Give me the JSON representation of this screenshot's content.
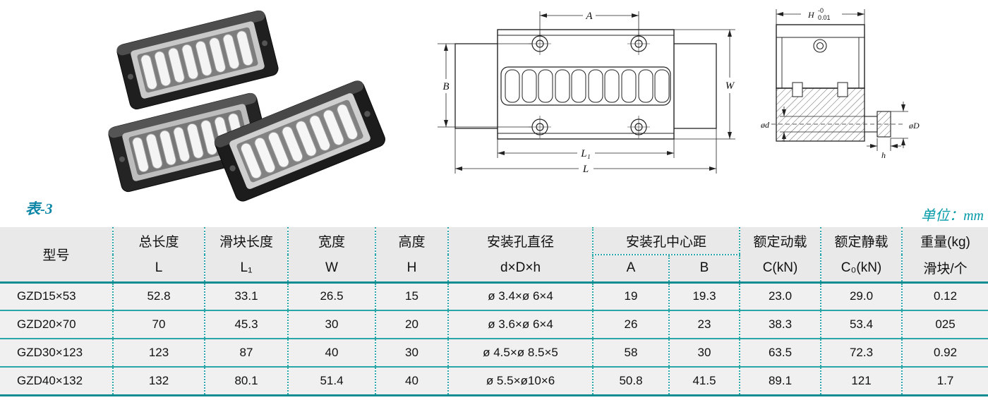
{
  "page": {
    "table_label": "表-3",
    "unit_label": "单位：mm"
  },
  "colors": {
    "accent": "#2aa6ab",
    "accent_dark": "#0d8d92",
    "header_bg": "#e9e9e9",
    "row_bg": "#f0f0f0"
  },
  "drawings": {
    "top_view": {
      "dim_a": "A",
      "dim_b": "B",
      "dim_w": "W",
      "dim_l1": "L₁",
      "dim_l": "L"
    },
    "section_view": {
      "h_base": "H",
      "h_tol_upper": "-0",
      "h_tol_lower": "0.01",
      "d_small": "ød",
      "d_large": "øD",
      "h_depth": "h"
    }
  },
  "table": {
    "header": {
      "model": "型号",
      "total_length_1": "总长度",
      "total_length_2": "L",
      "slider_length_1": "滑块长度",
      "slider_length_2": "L₁",
      "width_1": "宽度",
      "width_2": "W",
      "height_1": "高度",
      "height_2": "H",
      "hole_dia_1": "安装孔直径",
      "hole_dia_2": "d×D×h",
      "hole_cc": "安装孔中心距",
      "hole_cc_a": "A",
      "hole_cc_b": "B",
      "dyn_load_1": "额定动载",
      "dyn_load_2": "C(kN)",
      "stat_load_1": "额定静载",
      "stat_load_2": "C₀(kN)",
      "weight_1": "重量(kg)",
      "weight_2": "滑块/个"
    },
    "rows": [
      [
        "GZD15×53",
        "52.8",
        "33.1",
        "26.5",
        "15",
        "ø 3.4×ø 6×4",
        "19",
        "19.3",
        "23.0",
        "29.0",
        "0.12"
      ],
      [
        "GZD20×70",
        "70",
        "45.3",
        "30",
        "20",
        "ø 3.6×ø 6×4",
        "26",
        "23",
        "38.3",
        "53.4",
        "025"
      ],
      [
        "GZD30×123",
        "123",
        "87",
        "40",
        "30",
        "ø 4.5×ø 8.5×5",
        "58",
        "30",
        "63.5",
        "72.3",
        "0.92"
      ],
      [
        "GZD40×132",
        "132",
        "80.1",
        "51.4",
        "40",
        "ø 5.5×ø10×6",
        "50.8",
        "41.5",
        "89.1",
        "121",
        "1.7"
      ]
    ]
  }
}
